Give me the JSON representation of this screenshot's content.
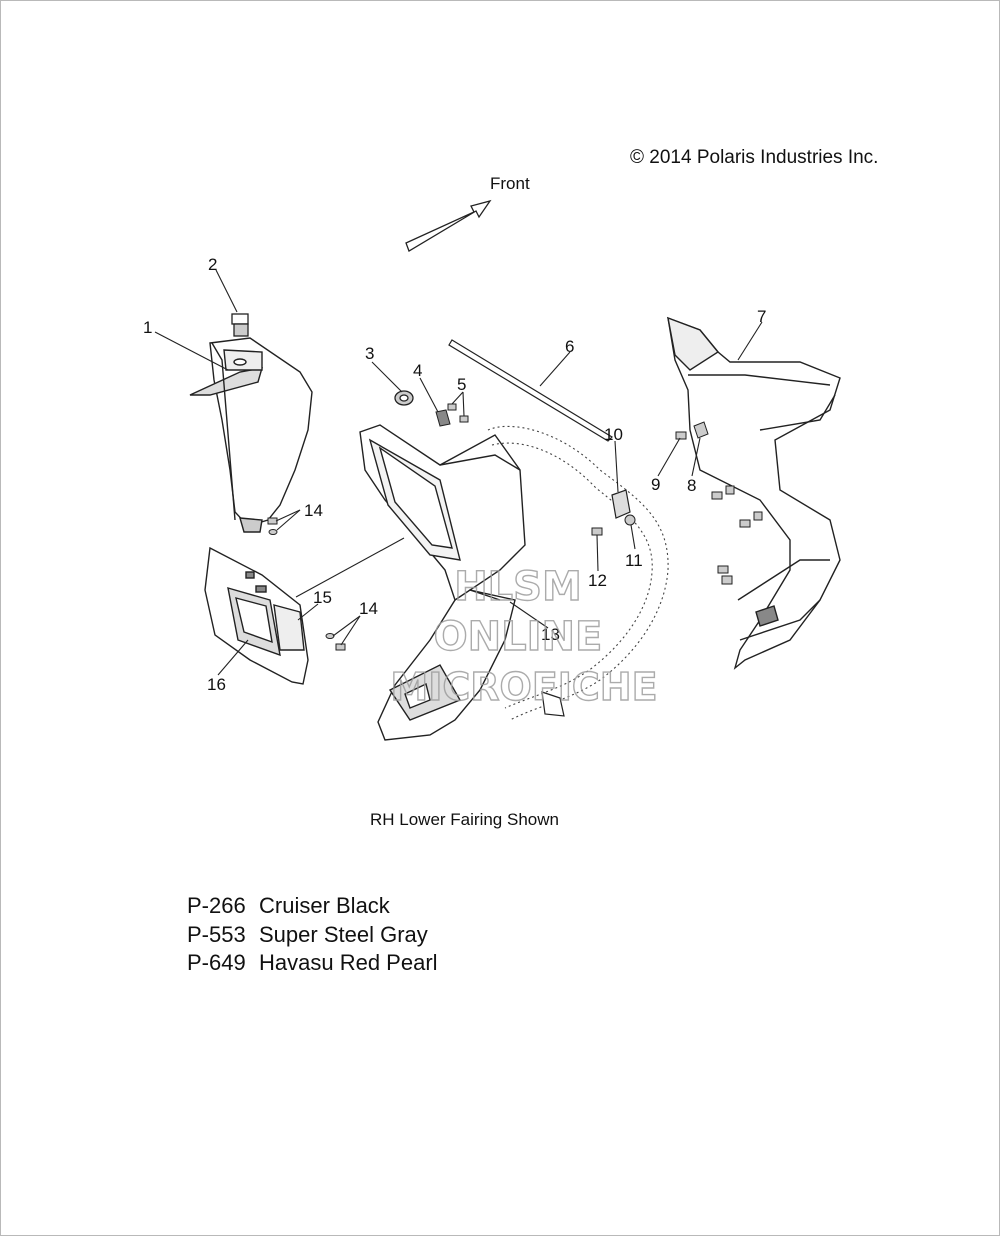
{
  "copyright": "© 2014 Polaris Industries Inc.",
  "direction_label": "Front",
  "caption": "RH Lower Fairing Shown",
  "callouts": [
    "1",
    "2",
    "3",
    "4",
    "5",
    "6",
    "7",
    "8",
    "9",
    "10",
    "11",
    "12",
    "13",
    "14",
    "14",
    "15",
    "16"
  ],
  "color_codes": [
    {
      "code": "P-266",
      "name": "Cruiser Black"
    },
    {
      "code": "P-553",
      "name": "Super Steel Gray"
    },
    {
      "code": "P-649",
      "name": "Havasu Red Pearl"
    }
  ],
  "watermark": {
    "line1": "HLSM",
    "line2": "ONLINE",
    "line3": "MICROFICHE"
  }
}
